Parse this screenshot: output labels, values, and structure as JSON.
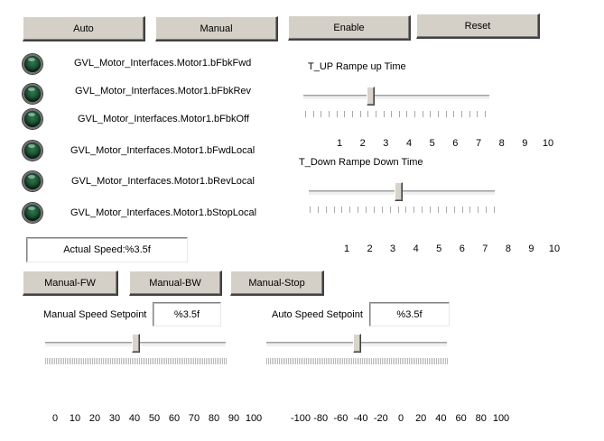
{
  "buttons": {
    "auto": "Auto",
    "manual": "Manual",
    "enable": "Enable",
    "reset": "Reset",
    "manual_fw": "Manual-FW",
    "manual_bw": "Manual-BW",
    "manual_stop": "Manual-Stop"
  },
  "indicators": [
    {
      "label": "GVL_Motor_Interfaces.Motor1.bFbkFwd"
    },
    {
      "label": "GVL_Motor_Interfaces.Motor1.bFbkRev"
    },
    {
      "label": "GVL_Motor_Interfaces.Motor1.bFbkOff"
    },
    {
      "label": "GVL_Motor_Interfaces.Motor1.bFwdLocal"
    },
    {
      "label": "GVL_Motor_Interfaces.Motor1.bRevLocal"
    },
    {
      "label": "GVL_Motor_Interfaces.Motor1.bStopLocal"
    }
  ],
  "indicator_color": "#1b5233",
  "actual_speed": "Actual Speed:%3.5f",
  "t_up": {
    "caption": "T_UP Rampe up Time",
    "value": 4.2,
    "min": 1,
    "max": 10,
    "scale": [
      "1",
      "2",
      "3",
      "4",
      "5",
      "6",
      "7",
      "8",
      "9",
      "10"
    ]
  },
  "t_down": {
    "caption": "T_Down Rampe Down Time",
    "value": 5.3,
    "min": 1,
    "max": 10,
    "scale": [
      "1",
      "2",
      "3",
      "4",
      "5",
      "6",
      "7",
      "8",
      "9",
      "10"
    ]
  },
  "manual_setpoint": {
    "label": "Manual Speed Setpoint",
    "value_text": "%3.5f",
    "value": 50,
    "min": 0,
    "max": 100,
    "scale": [
      "0",
      "10",
      "20",
      "30",
      "40",
      "50",
      "60",
      "70",
      "80",
      "90",
      "100"
    ]
  },
  "auto_setpoint": {
    "label": "Auto Speed Setpoint",
    "value_text": "%3.5f",
    "value": 0,
    "min": -100,
    "max": 100,
    "scale": [
      "-100",
      "-80",
      "-60",
      "-40",
      "-20",
      "0",
      "20",
      "40",
      "60",
      "80",
      "100"
    ]
  }
}
